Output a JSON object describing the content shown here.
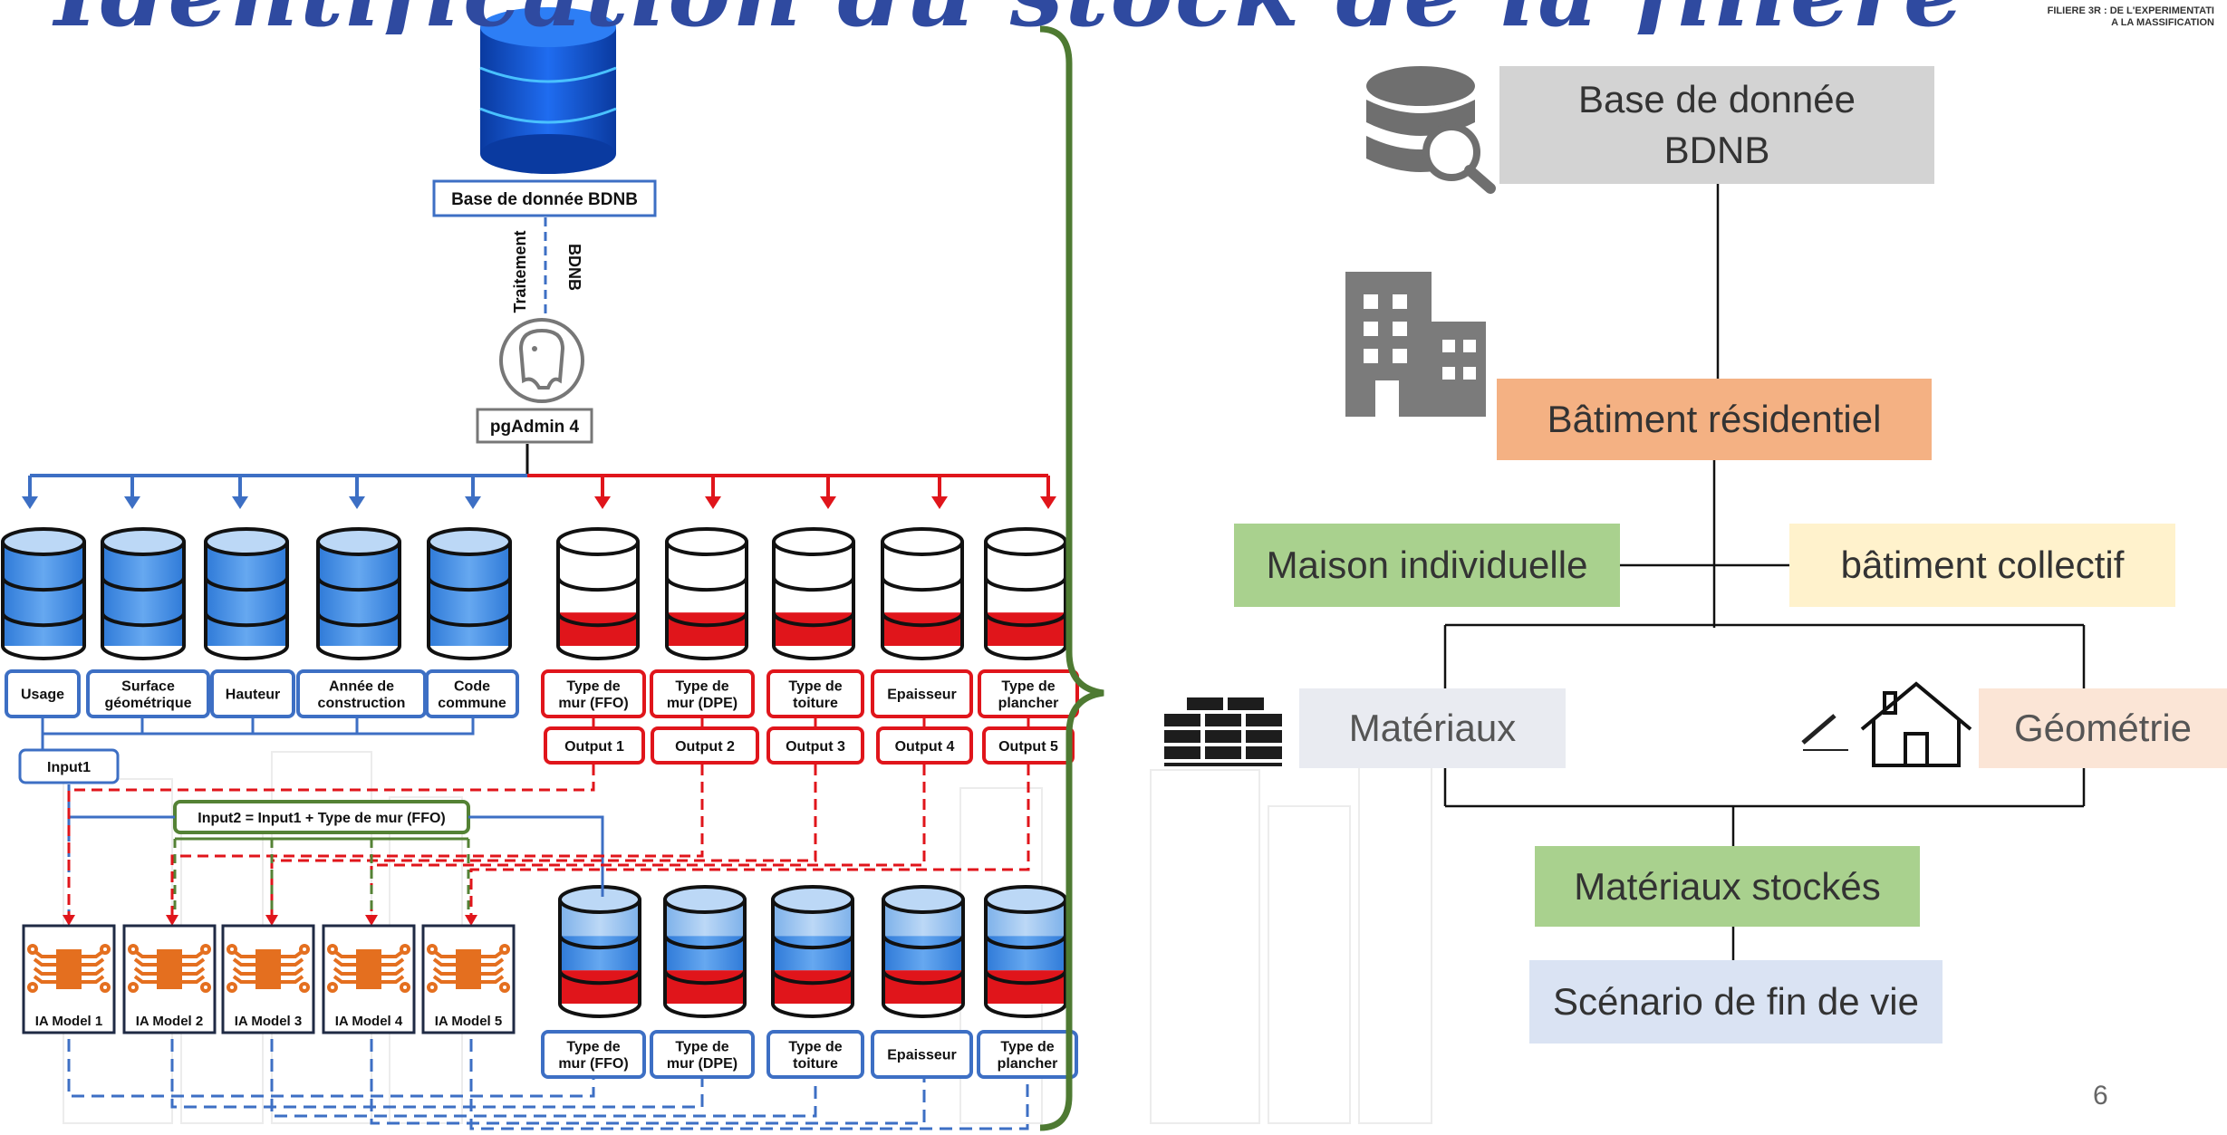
{
  "slide": {
    "title": "Identification du stock de la filière d'usine",
    "header_note_line1": "FILIERE 3R : DE L'EXPERIMENTATI",
    "header_note_line2": "A LA MASSIFICATION",
    "page_number": "6"
  },
  "left": {
    "db_label": "Base de donnée BDNB",
    "edge_left": "Traitement",
    "edge_right": "BDNB",
    "pg_label": "pgAdmin 4",
    "inputs": [
      [
        "Usage"
      ],
      [
        "Surface",
        "géométrique"
      ],
      [
        "Hauteur"
      ],
      [
        "Année de",
        "construction"
      ],
      [
        "Code",
        "commune"
      ]
    ],
    "targets": [
      [
        "Type de",
        "mur (FFO)"
      ],
      [
        "Type de",
        "mur (DPE)"
      ],
      [
        "Type de",
        "toiture"
      ],
      [
        "Epaisseur"
      ],
      [
        "Type de",
        "plancher"
      ]
    ],
    "outputs": [
      "Output 1",
      "Output 2",
      "Output 3",
      "Output 4",
      "Output 5"
    ],
    "input1": "Input1",
    "input2": "Input2 = Input1 + Type de mur (FFO)",
    "models": [
      "IA Model 1",
      "IA Model 2",
      "IA Model 3",
      "IA Model 4",
      "IA Model 5"
    ],
    "bottom_targets": [
      [
        "Type de",
        "mur (FFO)"
      ],
      [
        "Type de",
        "mur (DPE)"
      ],
      [
        "Type de",
        "toiture"
      ],
      [
        "Epaisseur"
      ],
      [
        "Type de",
        "plancher"
      ]
    ]
  },
  "right": {
    "nodes": {
      "bdnb": [
        "Base de donnée",
        "BDNB"
      ],
      "residentiel": "Bâtiment résidentiel",
      "maison": "Maison individuelle",
      "collectif": "bâtiment collectif",
      "materiaux": "Matériaux",
      "geometrie": "Géométrie",
      "stockes": "Matériaux stockés",
      "scenario": "Scénario de fin de vie"
    },
    "icons": [
      "database-search-icon",
      "building-icon",
      "brick-wall-icon",
      "house-icon",
      "pencil-icon"
    ]
  },
  "colors": {
    "blue": "#3d6fc4",
    "red": "#e0151b",
    "green": "#548235",
    "bracket": "#4e7a32",
    "node_gray": "#d3d3d3",
    "node_orange": "#f4b183",
    "node_green": "#a9d18e",
    "node_yellow": "#fff2cc",
    "node_lightgray": "#e9ebf1",
    "node_peach": "#fbe5d6",
    "node_blue": "#dae3f3"
  }
}
